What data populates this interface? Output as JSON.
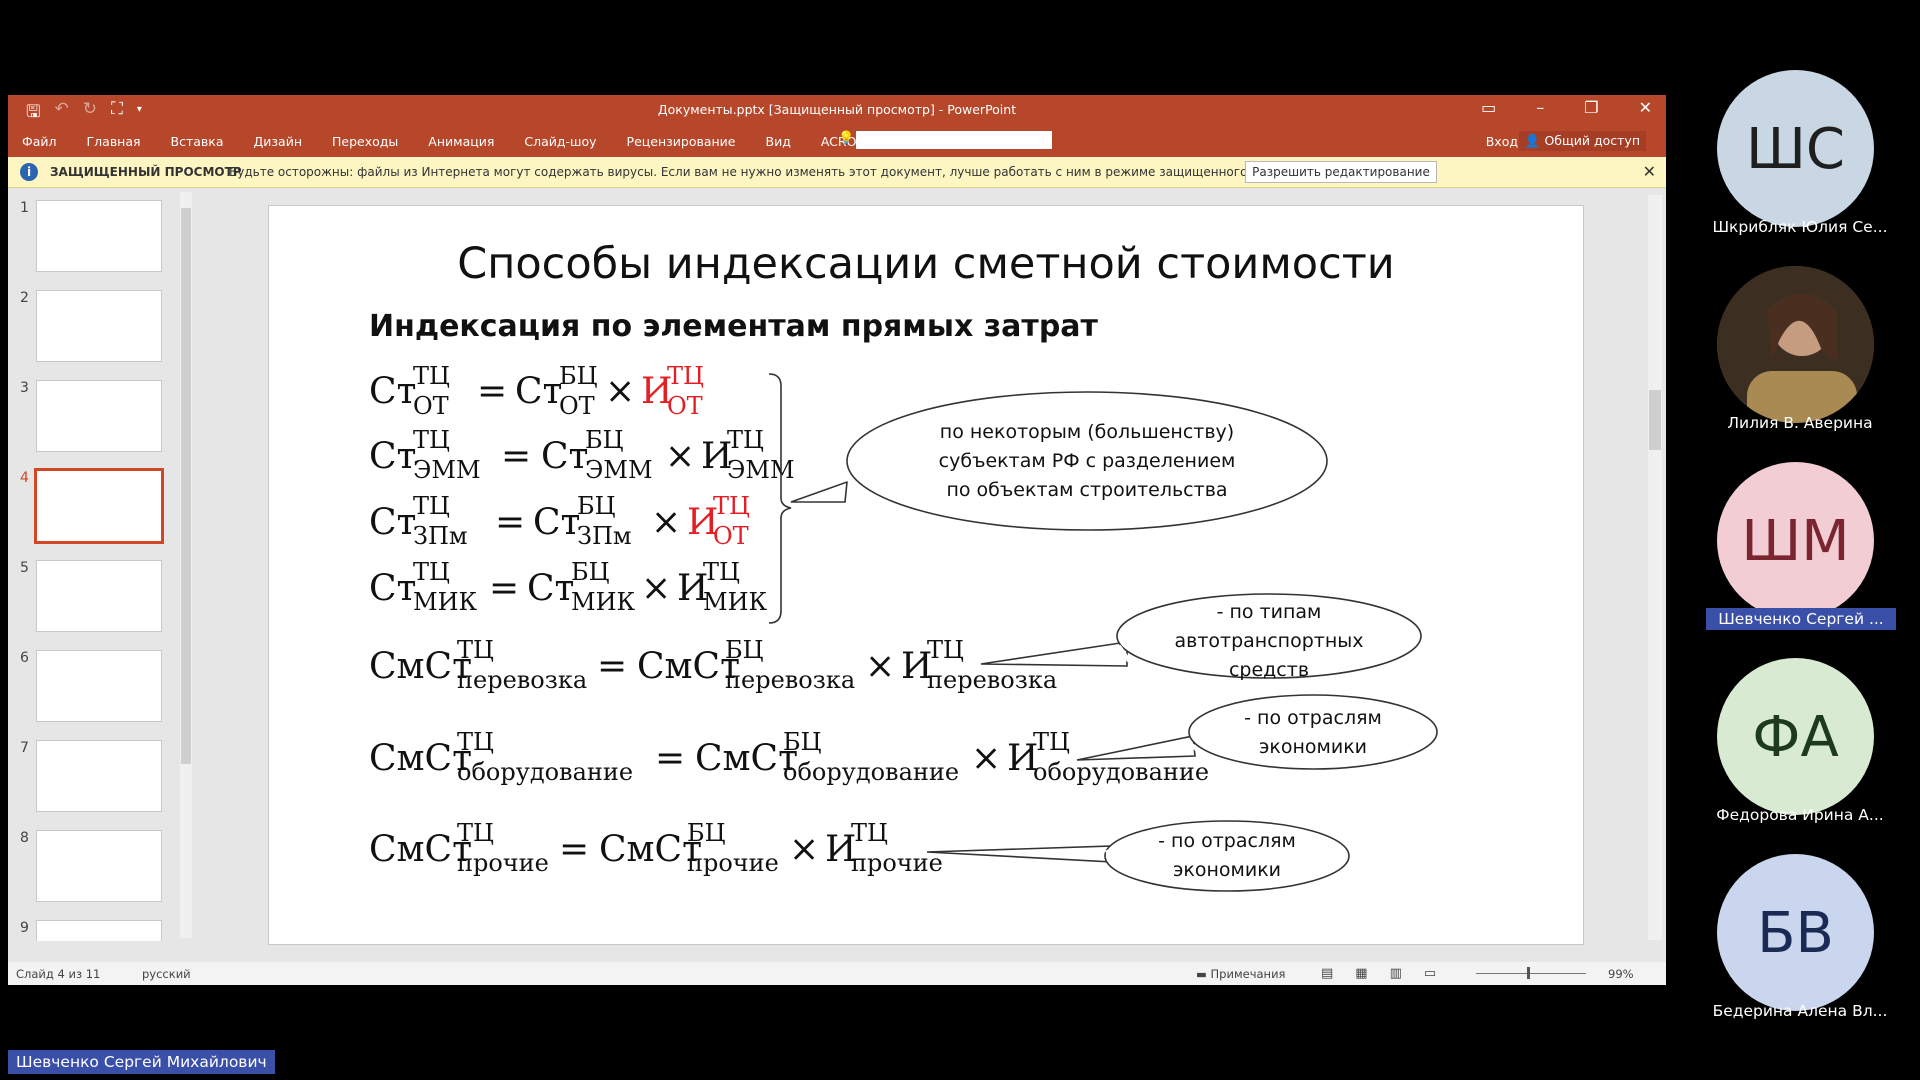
{
  "app": {
    "title": "Документы.pptx [Защищенный просмотр] - PowerPoint",
    "tabs": [
      "Файл",
      "Главная",
      "Вставка",
      "Дизайн",
      "Переходы",
      "Анимация",
      "Слайд-шоу",
      "Рецензирование",
      "Вид",
      "ACROBAT"
    ],
    "signin": "Вход",
    "share": "Общий доступ"
  },
  "protected": {
    "title": "ЗАЩИЩЕННЫЙ ПРОСМОТР",
    "message": "Будьте осторожны: файлы из Интернета могут содержать вирусы. Если вам не нужно изменять этот документ, лучше работать с ним в режиме защищенного просмотра.",
    "enable_button": "Разрешить редактирование"
  },
  "thumbnails": [
    "1",
    "2",
    "3",
    "4",
    "5",
    "6",
    "7",
    "8",
    "9"
  ],
  "slide": {
    "title": "Способы индексации сметной стоимости",
    "subtitle": "Индексация по элементам прямых затрат",
    "f": {
      "St": "Ст",
      "SmSt": "СмСт",
      "I": "И",
      "TC": "ТЦ",
      "BC": "БЦ",
      "OT": "ОТ",
      "EMM": "ЭММ",
      "ZPm": "ЗПм",
      "MIK": "МИК",
      "perevozka": "перевозка",
      "oborudovanie": "оборудование",
      "prochie": "прочие",
      "eq": "=",
      "x": "×"
    },
    "callout1": [
      "по некоторым (большенству)",
      "субъектам РФ с разделением",
      "по объектам строительства"
    ],
    "callout2": [
      "- по типам",
      "автотранспортных",
      "средств"
    ],
    "callout3": [
      "- по отраслям",
      "экономики"
    ],
    "callout4": [
      "- по отраслям",
      "экономики"
    ]
  },
  "status": {
    "slide_of": "Слайд 4 из 11",
    "language": "русский",
    "notes": "Примечания",
    "zoom": "99%"
  },
  "participants": [
    {
      "initials": "ШС",
      "name": "Шкрибляк Юлия Се...",
      "color": "#c9d6e3",
      "textcolor": "#1f1f1f"
    },
    {
      "initials": "",
      "name": "Лилия В. Аверина",
      "color": "#6b5a40",
      "textcolor": "#fff"
    },
    {
      "initials": "ШМ",
      "name": "Шевченко Сергей ...",
      "color": "#f2cdd3",
      "textcolor": "#7a2530"
    },
    {
      "initials": "ФА",
      "name": "Федорова Ирина А...",
      "color": "#d9ead3",
      "textcolor": "#1e3a1e"
    },
    {
      "initials": "БВ",
      "name": "Бедерина Алена Вл...",
      "color": "#c9d6ee",
      "textcolor": "#1b2a55"
    }
  ],
  "speaker": "Шевченко Сергей Михайлович",
  "colors": {
    "accent": "#b7472a",
    "red": "#e31e24"
  }
}
